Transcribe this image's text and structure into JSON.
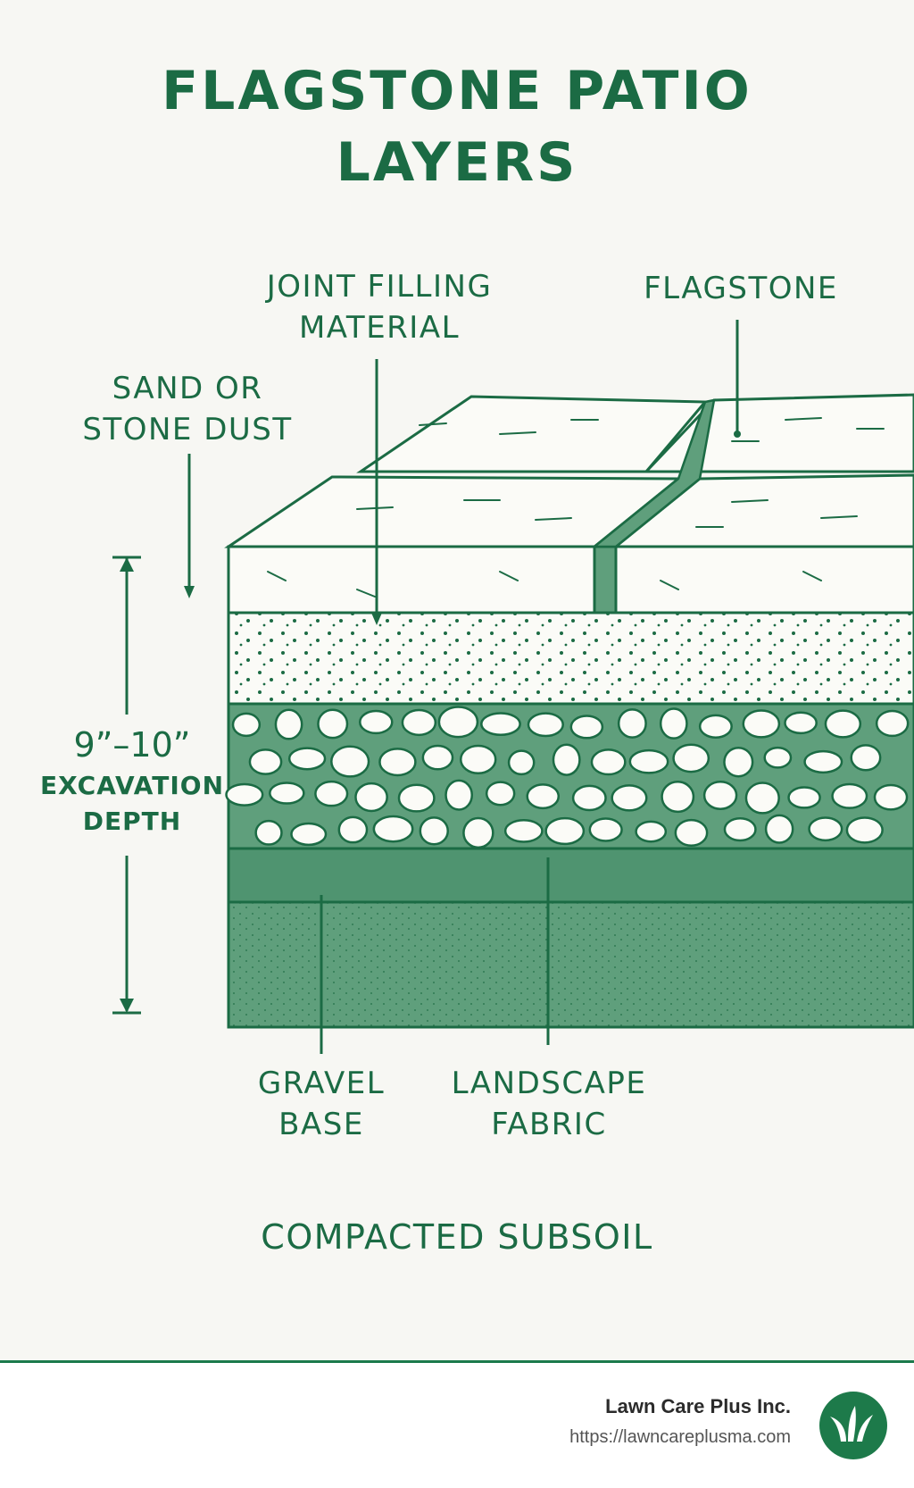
{
  "title": {
    "line1": "FLAGSTONE PATIO",
    "line2": "LAYERS"
  },
  "labels": {
    "joint_filling": {
      "line1": "JOINT FILLING",
      "line2": "MATERIAL"
    },
    "flagstone": "FLAGSTONE",
    "sand": {
      "line1": "SAND OR",
      "line2": "STONE DUST"
    },
    "depth": {
      "value": "9”–10”",
      "line1": "EXCAVATION",
      "line2": "DEPTH"
    },
    "gravel": {
      "line1": "GRAVEL",
      "line2": "BASE"
    },
    "fabric": {
      "line1": "LANDSCAPE",
      "line2": "FABRIC"
    },
    "subsoil": "COMPACTED SUBSOIL"
  },
  "footer": {
    "brand": "Lawn Care Plus Inc.",
    "url": "https://lawncareplusma.com",
    "logo_icon": "grass-leaf-icon"
  },
  "colors": {
    "primary": "#1b6b44",
    "layer_fill": "#5f9f7c",
    "background": "#f7f7f3"
  }
}
